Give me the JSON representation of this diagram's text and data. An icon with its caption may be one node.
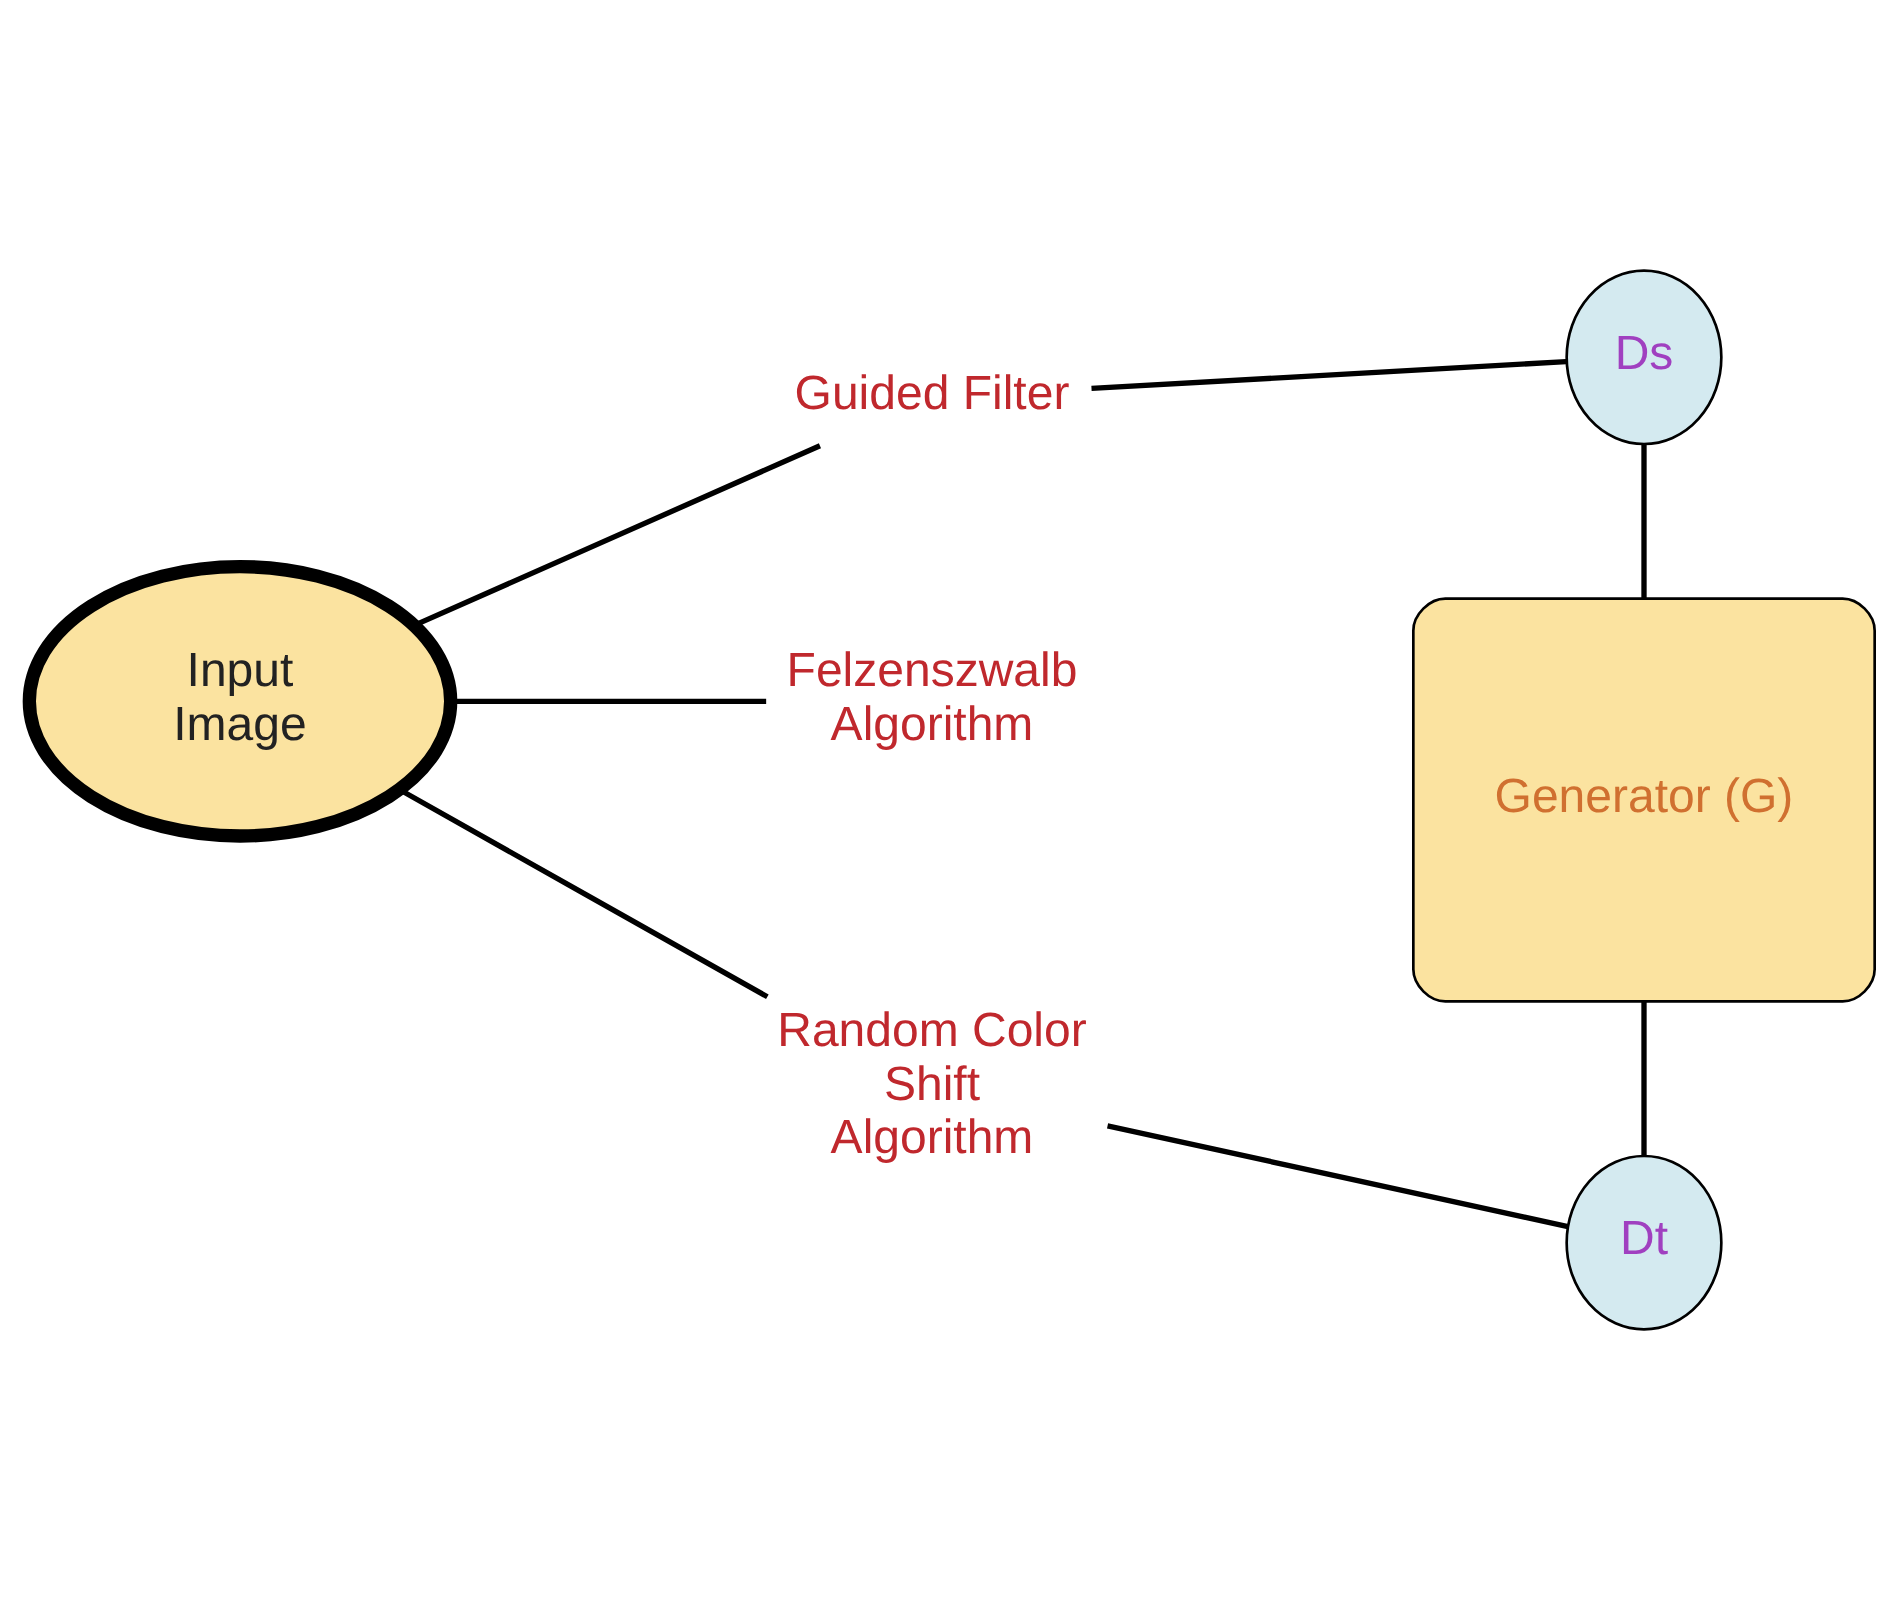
{
  "diagram": {
    "nodes": [
      {
        "text": [
          "Input Image"
        ]
      },
      {
        "text": [
          "Guided Filter"
        ]
      },
      {
        "text": [
          "Felzenszwalb Algorithm"
        ]
      },
      {
        "text": [
          "Random Color Shift Algorithm"
        ]
      },
      {
        "text": [
          "Ds"
        ]
      },
      {
        "text": [
          "Generator (G)"
        ]
      },
      {
        "text": [
          "Dt"
        ]
      }
    ],
    "edges": [
      {
        "from": 0,
        "to": 1,
        "arrow": "none"
      },
      {
        "from": 0,
        "to": 2,
        "arrow": "none"
      },
      {
        "from": 0,
        "to": 3,
        "arrow": "none"
      },
      {
        "from": 1,
        "to": 4,
        "arrow": "none"
      },
      {
        "from": 4,
        "to": 5,
        "arrow": "none"
      },
      {
        "from": 5,
        "to": 6,
        "arrow": "none"
      },
      {
        "from": 3,
        "to": 6,
        "arrow": "none"
      }
    ]
  }
}
